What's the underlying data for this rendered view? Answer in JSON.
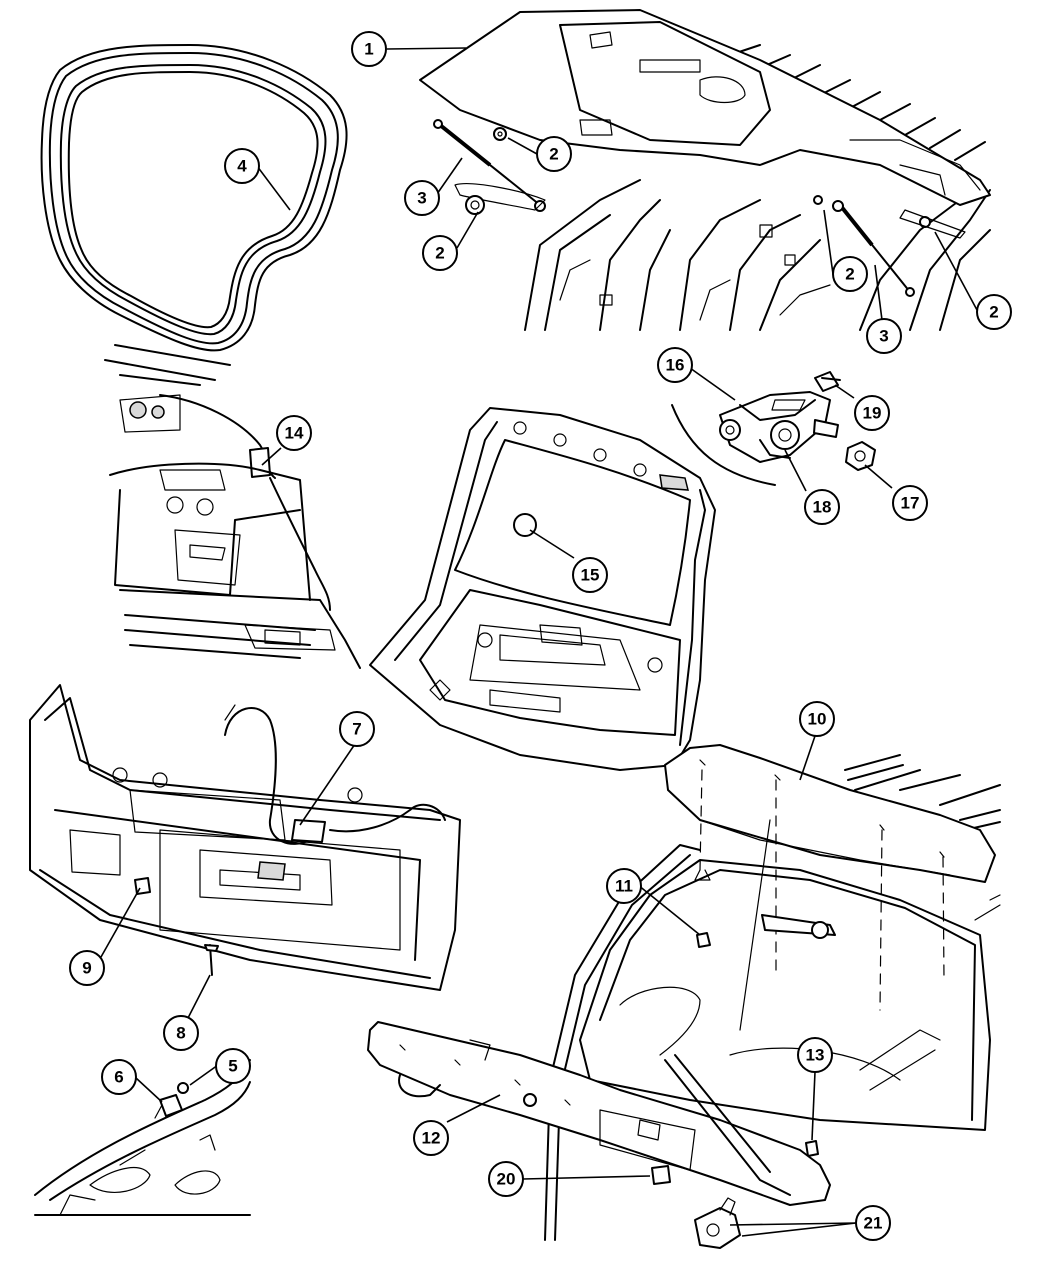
{
  "callouts": [
    {
      "label": "1"
    },
    {
      "label": "2"
    },
    {
      "label": "2"
    },
    {
      "label": "2"
    },
    {
      "label": "2"
    },
    {
      "label": "3"
    },
    {
      "label": "3"
    },
    {
      "label": "4"
    },
    {
      "label": "5"
    },
    {
      "label": "6"
    },
    {
      "label": "7"
    },
    {
      "label": "8"
    },
    {
      "label": "9"
    },
    {
      "label": "10"
    },
    {
      "label": "11"
    },
    {
      "label": "12"
    },
    {
      "label": "13"
    },
    {
      "label": "14"
    },
    {
      "label": "15"
    },
    {
      "label": "16"
    },
    {
      "label": "17"
    },
    {
      "label": "18"
    },
    {
      "label": "19"
    },
    {
      "label": "20"
    },
    {
      "label": "21"
    }
  ]
}
